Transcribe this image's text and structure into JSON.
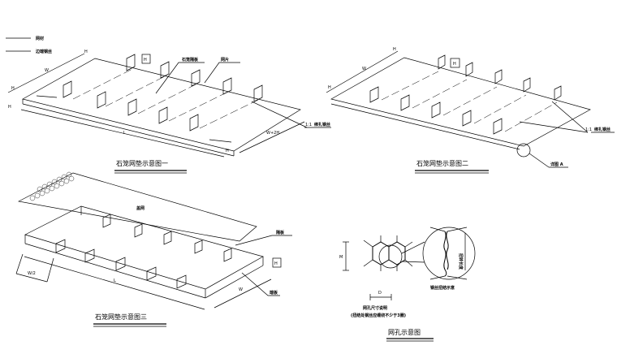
{
  "legend": {
    "items": [
      {
        "label": "网材"
      },
      {
        "label": "边端钢丝"
      }
    ]
  },
  "figure1": {
    "caption": "石笼网垫示意图一",
    "labels": {
      "partition": "石笼隔板",
      "mesh": "网片",
      "lacing": "绑扎钢丝"
    },
    "dims": {
      "h": "H",
      "w": "W",
      "l": "L",
      "wh": "W+2H",
      "ratio": "1:1"
    }
  },
  "figure2": {
    "caption": "石笼网垫示意图二",
    "labels": {
      "lacing": "绑扎钢丝",
      "detail": "详图 A"
    },
    "dims": {
      "h": "H",
      "w": "W",
      "ratio": "1:1"
    }
  },
  "figure3": {
    "caption": "石笼网垫示意图三",
    "labels": {
      "lid": "盖网",
      "partition": "隔板",
      "end": "端板"
    },
    "dims": {
      "h": "H",
      "w": "W",
      "l": "L",
      "side": "W/2"
    }
  },
  "figure4": {
    "caption": "网孔示意图",
    "dims": {
      "m": "M",
      "d": "D"
    },
    "labels": {
      "twist": "扭转长度",
      "twist_note": "钢丝扭结示意",
      "note1": "网孔尺寸说明",
      "note2": "(扭结处钢丝应缠绕不少于3圈)"
    }
  }
}
